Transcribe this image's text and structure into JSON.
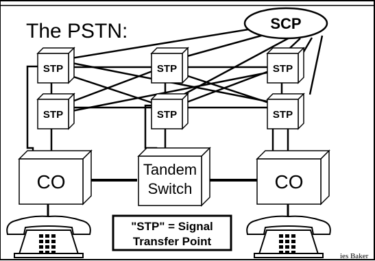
{
  "title": "The PSTN:",
  "scp_label": "SCP",
  "stp_label": "STP",
  "co_left_label": "CO",
  "co_right_label": "CO",
  "tandem_line1": "Tandem",
  "tandem_line2": "Switch",
  "note_line1": "\"STP\" = Signal",
  "note_line2": "Transfer Point",
  "credit": "ies Baker"
}
